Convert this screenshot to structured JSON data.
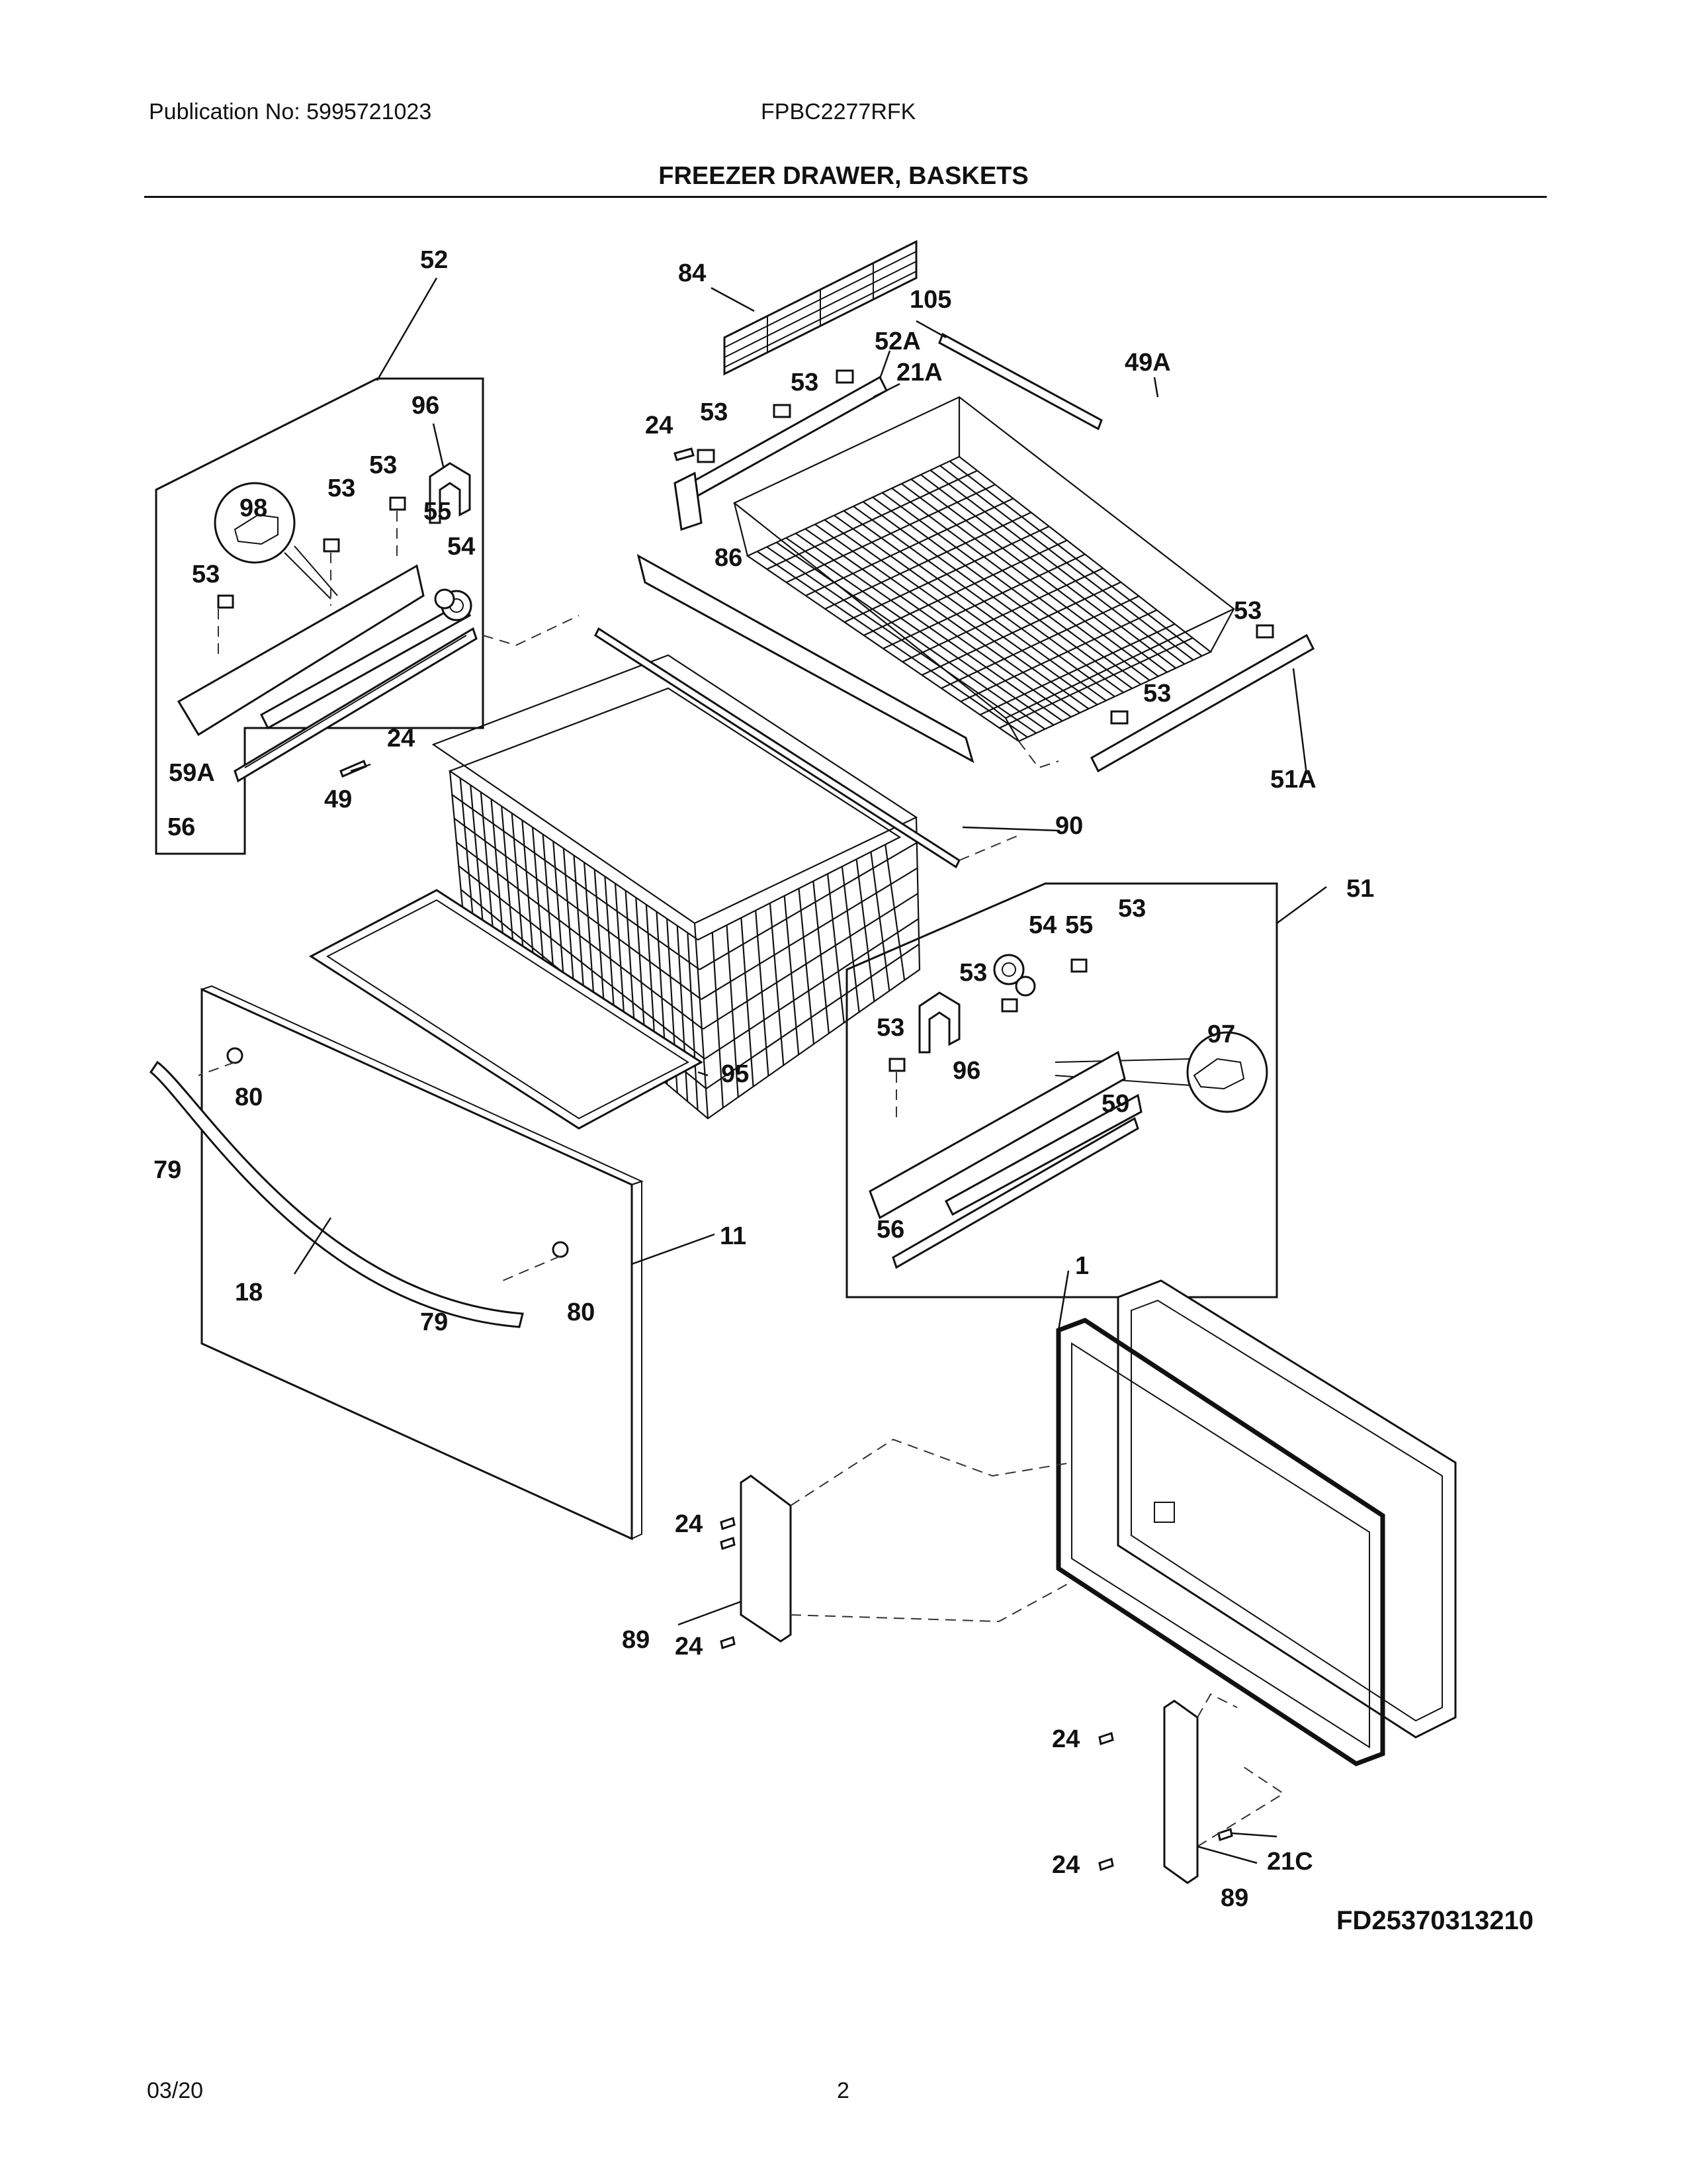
{
  "header": {
    "publication": "Publication No: 5995721023",
    "model": "FPBC2277RFK",
    "title": "FREEZER DRAWER, BASKETS"
  },
  "callouts": {
    "c52": "52",
    "c96a": "96",
    "c98": "98",
    "c53a": "53",
    "c53b": "53",
    "c53c": "53",
    "c55a": "55",
    "c54a": "54",
    "c59a": "59A",
    "c56a": "56",
    "c24a": "24",
    "c49": "49",
    "c84": "84",
    "c105": "105",
    "c52a": "52A",
    "c21a": "21A",
    "c53d": "53",
    "c53e": "53",
    "c24b": "24",
    "c49a": "49A",
    "c86": "86",
    "c53f": "53",
    "c53g": "53",
    "c51a": "51A",
    "c90": "90",
    "c51": "51",
    "c54b": "54",
    "c55b": "55",
    "c53h": "53",
    "c53i": "53",
    "c53j": "53",
    "c96b": "96",
    "c97": "97",
    "c59": "59",
    "c56b": "56",
    "c95": "95",
    "c80a": "80",
    "c79a": "79",
    "c18": "18",
    "c79b": "79",
    "c80b": "80",
    "c11": "11",
    "c1": "1",
    "c24c": "24",
    "c89a": "89",
    "c24d": "24",
    "c24e": "24",
    "c24f": "24",
    "c21c": "21C",
    "c89b": "89"
  },
  "footer": {
    "drawing_code": "FD25370313210",
    "date": "03/20",
    "page": "2"
  }
}
